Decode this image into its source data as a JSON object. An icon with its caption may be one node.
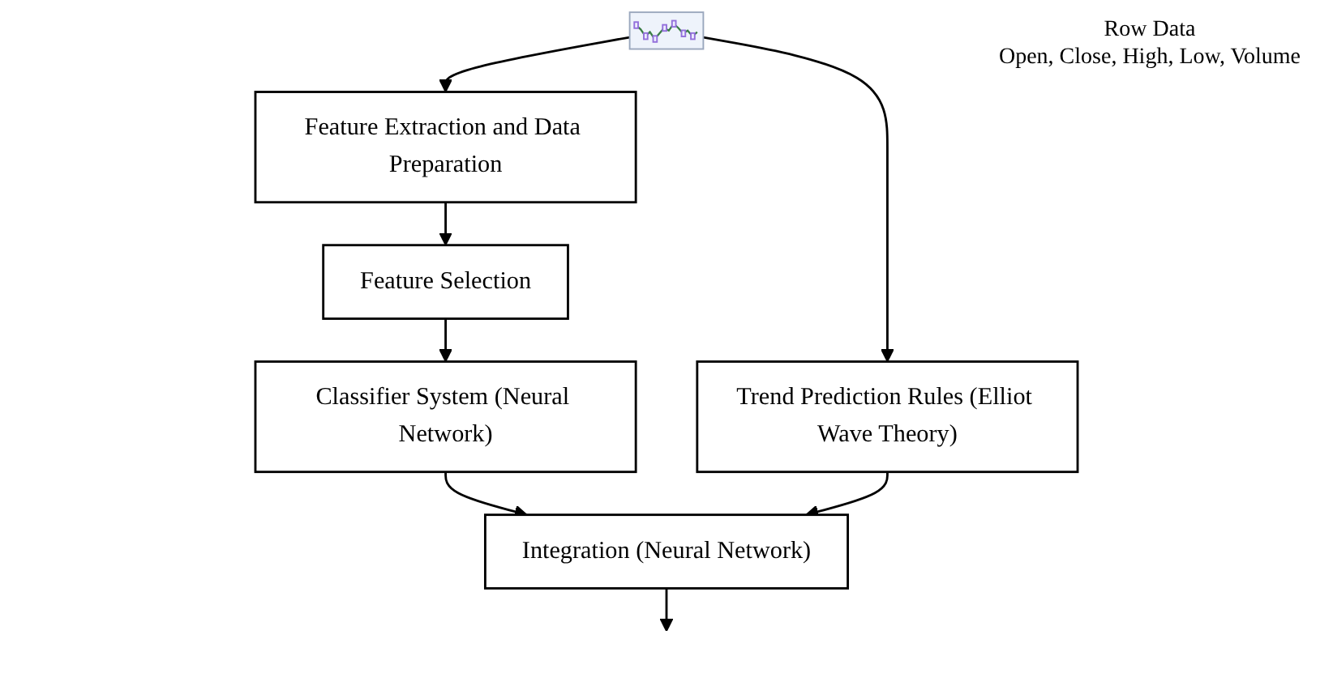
{
  "diagram": {
    "nodes": [
      {
        "text": [],
        "shape": "picture",
        "beside": [
          "Row Data",
          "Open, Close, High, Low, Volume"
        ]
      },
      {
        "text": [
          "Feature Extraction and Data Preparation"
        ]
      },
      {
        "text": [
          "Feature Selection"
        ]
      },
      {
        "text": [
          "Classifier System (Neural Network)"
        ]
      },
      {
        "text": [
          "Trend Prediction Rules (Elliot Wave Theory)"
        ]
      },
      {
        "text": [
          "Integration (Neural Network)"
        ]
      }
    ],
    "edges": [
      {
        "from": 0,
        "to": 1,
        "arrow": "to"
      },
      {
        "from": 0,
        "to": 4,
        "arrow": "to"
      },
      {
        "from": 1,
        "to": 2,
        "arrow": "to"
      },
      {
        "from": 2,
        "to": 3,
        "arrow": "to"
      },
      {
        "from": 3,
        "to": 5,
        "arrow": "to"
      },
      {
        "from": 4,
        "to": 5,
        "arrow": "to"
      },
      {
        "from": 5,
        "to": null,
        "arrow": "to"
      }
    ]
  }
}
